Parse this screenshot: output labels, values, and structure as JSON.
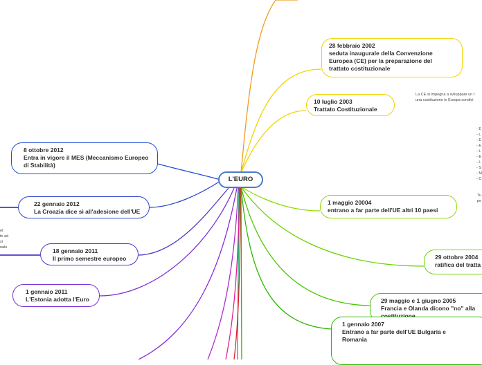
{
  "center": {
    "label": "L'EURO"
  },
  "nodes": {
    "convenzione": {
      "text": "28 febbraio 2002\nseduta inaugurale della Convenzione\nEuropea (CE) per la preparazione del\ntrattato costituzionale",
      "color": "#f2d400"
    },
    "trattato": {
      "text": "10 luglio 2003\nTrattato Costituzionale",
      "color": "#f2d400"
    },
    "allargamento": {
      "text": "1 maggio 20004\nentrano a far parte dell'UE altri 10 paesi",
      "color": "#8fdc00"
    },
    "ratifica": {
      "text": "29 ottobre 2004\nratifica del tratta",
      "color": "#6ad400"
    },
    "no_costituzione": {
      "text": "29 maggio e 1 giugno 2005\n Francia e Olanda dicono \"no\" alla\ncostituzione",
      "color": "#49c800"
    },
    "bulgaria": {
      "text": "1 gennaio 2007\n Entrano a far parte dell'UE Bulgaria e\nRomania",
      "color": "#2ab800"
    },
    "mes": {
      "text": "8 ottobre 2012\nEntra in vigore il MES (Meccanismo Europeo\ndi Stabilità)",
      "color": "#1f4fd6"
    },
    "croazia": {
      "text": "22 gennaio 2012\nLa Croazia dice sì all'adesione dell'UE",
      "color": "#2d44cc"
    },
    "semestre": {
      "text": "18 gennaio 2011\nIl primo semestre europeo",
      "color": "#4a3bc8"
    },
    "estonia": {
      "text": "1 gennaio 2011\nL'Estonia adotta l'Euro",
      "color": "#7a33d6"
    }
  },
  "notes": {
    "ce_note": "La CE si impegna a sviluppare un t\nuna costituzione in Europa condivi",
    "countries_list": "- E\n- L\n- E\n- E\n- L\n- E\n- L\n- S\n- M\n- C",
    "tu_note": "Tu\npe",
    "left_note": "el\nto ad\nsi\nnale"
  }
}
